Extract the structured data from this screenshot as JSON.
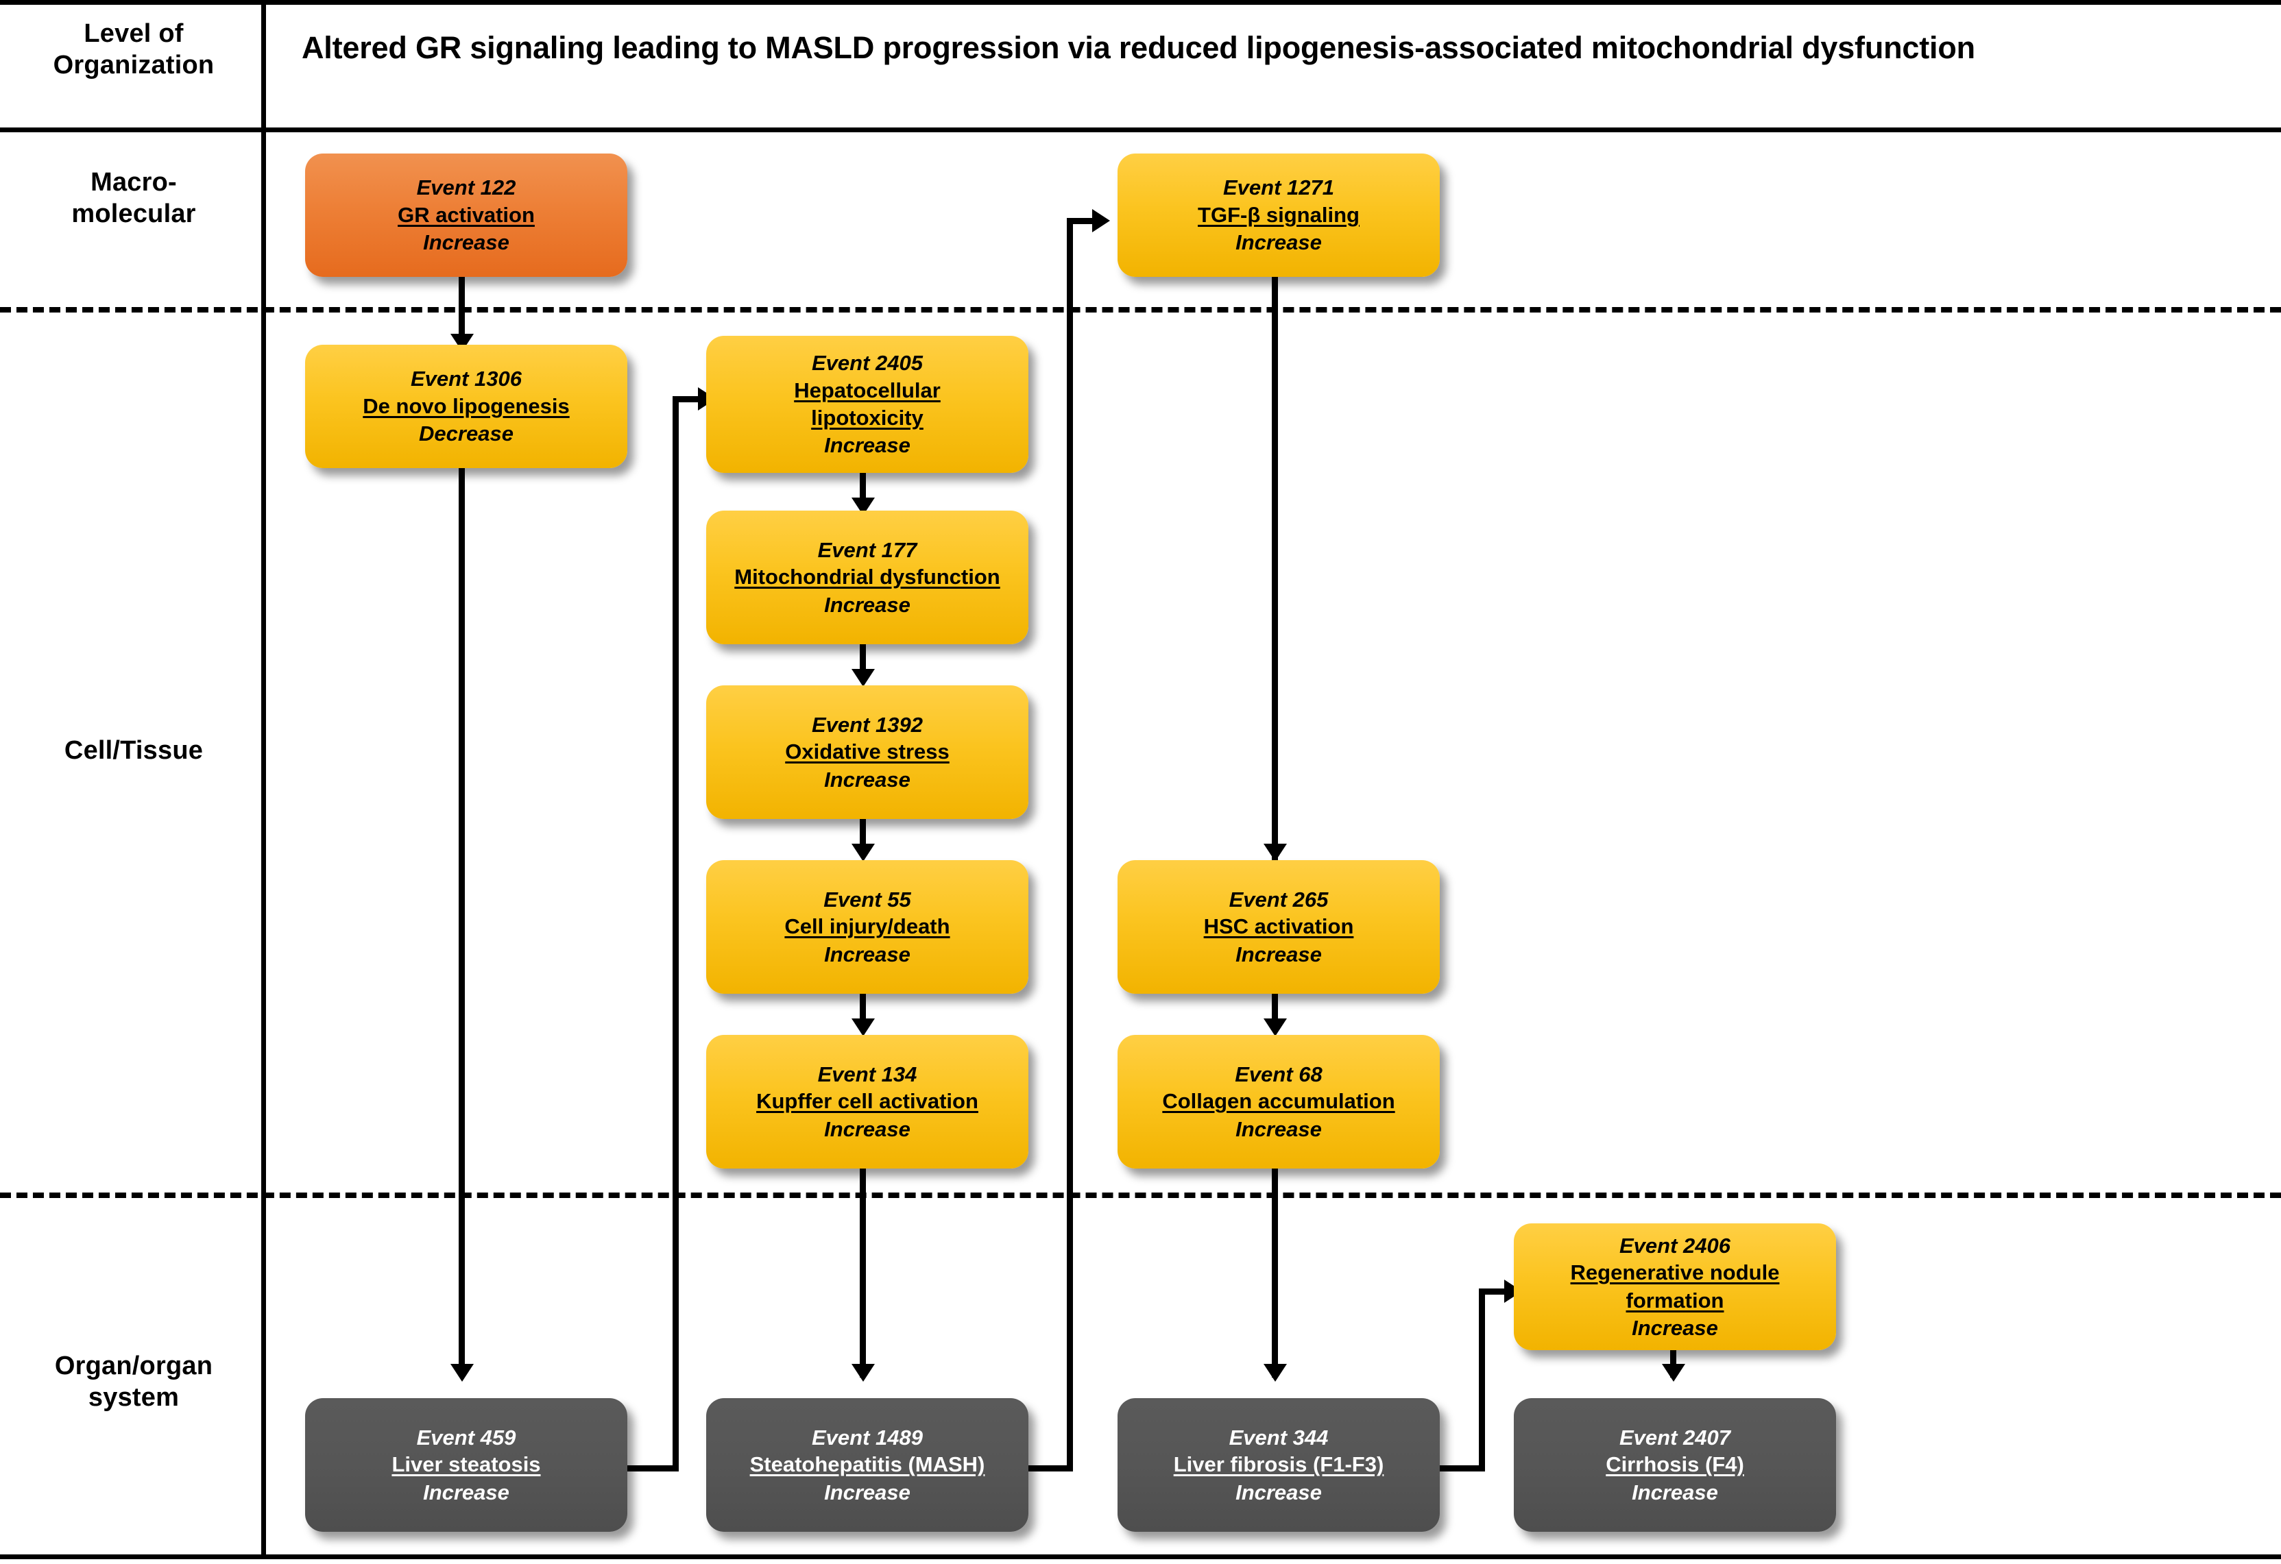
{
  "header": {
    "level_label_line1": "Level of",
    "level_label_line2": "Organization",
    "title": "Altered GR signaling leading to MASLD progression via reduced lipogenesis-associated mitochondrial dysfunction"
  },
  "levels": [
    {
      "id": "macromolecular",
      "line1": "Macro-",
      "line2": "molecular"
    },
    {
      "id": "cell-tissue",
      "line1": "Cell/Tissue",
      "line2": ""
    },
    {
      "id": "organ-system",
      "line1": "Organ/organ",
      "line2": "system"
    }
  ],
  "colors": {
    "orange": "#ED7F36",
    "yellow": "#FBC41F",
    "gray": "#565656",
    "connector": "#000000",
    "background": "#FFFFFF"
  },
  "nodes": [
    {
      "id": "e122",
      "event": "Event 122",
      "name": "GR activation",
      "direction": "Increase",
      "color": "orange",
      "level": "macromolecular"
    },
    {
      "id": "e1271",
      "event": "Event 1271",
      "name": "TGF-β signaling",
      "direction": "Increase",
      "color": "yellow",
      "level": "macromolecular"
    },
    {
      "id": "e1306",
      "event": "Event 1306",
      "name": "De novo lipogenesis",
      "direction": "Decrease",
      "color": "yellow",
      "level": "cell-tissue"
    },
    {
      "id": "e2405",
      "event": "Event 2405",
      "name": "Hepatocellular lipotoxicity",
      "direction": "Increase",
      "color": "yellow",
      "level": "cell-tissue"
    },
    {
      "id": "e177",
      "event": "Event 177",
      "name": "Mitochondrial dysfunction",
      "direction": "Increase",
      "color": "yellow",
      "level": "cell-tissue"
    },
    {
      "id": "e1392",
      "event": "Event 1392",
      "name": "Oxidative stress",
      "direction": "Increase",
      "color": "yellow",
      "level": "cell-tissue"
    },
    {
      "id": "e55",
      "event": "Event 55",
      "name": "Cell injury/death",
      "direction": "Increase",
      "color": "yellow",
      "level": "cell-tissue"
    },
    {
      "id": "e134",
      "event": "Event 134",
      "name": "Kupffer cell activation",
      "direction": "Increase",
      "color": "yellow",
      "level": "cell-tissue"
    },
    {
      "id": "e265",
      "event": "Event 265",
      "name": "HSC activation",
      "direction": "Increase",
      "color": "yellow",
      "level": "cell-tissue"
    },
    {
      "id": "e68",
      "event": "Event 68",
      "name": "Collagen accumulation",
      "direction": "Increase",
      "color": "yellow",
      "level": "cell-tissue"
    },
    {
      "id": "e2406",
      "event": "Event 2406",
      "name": "Regenerative nodule formation",
      "direction": "Increase",
      "color": "yellow",
      "level": "organ-system"
    },
    {
      "id": "e459",
      "event": "Event 459",
      "name": "Liver steatosis",
      "direction": "Increase",
      "color": "gray",
      "level": "organ-system"
    },
    {
      "id": "e1489",
      "event": "Event 1489",
      "name": "Steatohepatitis (MASH)",
      "direction": "Increase",
      "color": "gray",
      "level": "organ-system"
    },
    {
      "id": "e344",
      "event": "Event 344",
      "name": "Liver fibrosis (F1-F3)",
      "direction": "Increase",
      "color": "gray",
      "level": "organ-system"
    },
    {
      "id": "e2407",
      "event": "Event 2407",
      "name": "Cirrhosis (F4)",
      "direction": "Increase",
      "color": "gray",
      "level": "organ-system"
    }
  ],
  "edges": [
    {
      "from": "e122",
      "to": "e1306"
    },
    {
      "from": "e1306",
      "to": "e459"
    },
    {
      "from": "e459",
      "to": "e2405"
    },
    {
      "from": "e2405",
      "to": "e177"
    },
    {
      "from": "e177",
      "to": "e1392"
    },
    {
      "from": "e1392",
      "to": "e55"
    },
    {
      "from": "e55",
      "to": "e134"
    },
    {
      "from": "e134",
      "to": "e1489"
    },
    {
      "from": "e1489",
      "to": "e1271"
    },
    {
      "from": "e1271",
      "to": "e265"
    },
    {
      "from": "e265",
      "to": "e68"
    },
    {
      "from": "e68",
      "to": "e344"
    },
    {
      "from": "e344",
      "to": "e2406"
    },
    {
      "from": "e2406",
      "to": "e2407"
    }
  ]
}
